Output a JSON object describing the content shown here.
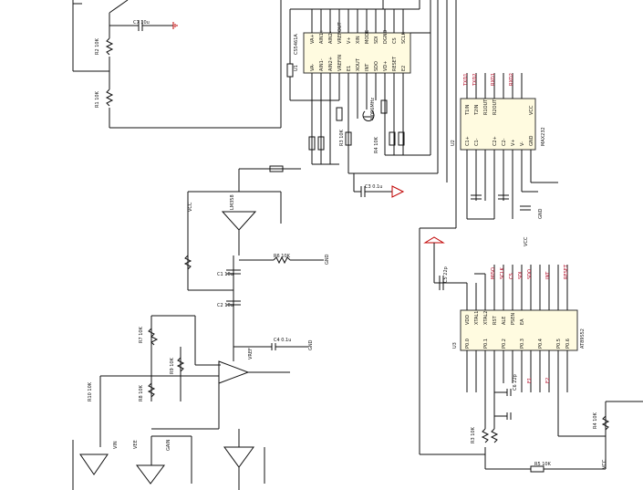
{
  "schematic": {
    "u1": {
      "designator": "U1",
      "part": "CS5461A",
      "top_pins": [
        "VA+",
        "AIN1+",
        "AIN2-",
        "VREFOUT",
        "V+",
        "XIN",
        "MODE",
        "SDI",
        "DGND",
        "CS",
        "SCLK"
      ],
      "bottom_pins": [
        "VA-",
        "AIN1-",
        "AIN2+",
        "VREFIN",
        "E1",
        "XOUT",
        "INT",
        "SDO",
        "VD+",
        "RESET",
        "E2"
      ]
    },
    "u2": {
      "designator": "U2",
      "part": "MAX232",
      "pins": [
        "T1IN",
        "T2IN",
        "R1OUT",
        "R2OUT",
        "C1+",
        "C1-",
        "C2+",
        "C2-",
        "V+",
        "V-",
        "VCC",
        "GND"
      ],
      "bus_labels": [
        "TXD1",
        "TXD2",
        "RXD1",
        "RXD2"
      ]
    },
    "u3": {
      "designator": "U3",
      "part": "AT89S52",
      "left_pins": [
        "VDD",
        "XTAL1",
        "XTAL2",
        "RST",
        "ALE",
        "PSEN",
        "EA"
      ],
      "right_pins": [
        "P0.0",
        "P0.1",
        "P0.2",
        "P0.3",
        "P0.4",
        "P0.5",
        "P0.6"
      ],
      "bus_labels": [
        "MISO",
        "SCLK",
        "CS",
        "SDI",
        "SDO",
        "INT",
        "RESET",
        "E1",
        "E2"
      ]
    },
    "opamp_gain_label": "LM358",
    "reference_label": "VREF",
    "gain_label": "GAIN",
    "supply_labels": [
      "VCC",
      "VEE",
      "VIN"
    ],
    "net_labels": [
      "GND",
      "VCC"
    ],
    "resistors": [
      "R1 10K",
      "R2 10K",
      "R3 10K",
      "R4 10K",
      "R5 10K",
      "R6 10K",
      "R7 10K",
      "R8 10K",
      "R9 10K",
      "R10 10K"
    ],
    "capacitors": [
      "C1 10u",
      "C2 10u",
      "C3 0.1u",
      "C4 0.1u",
      "C5 22p",
      "C6 22p",
      "C7 10u"
    ],
    "crystal": "4.096MHz",
    "accent_red": "#c00000",
    "chip_fill": "#fffbe0"
  }
}
